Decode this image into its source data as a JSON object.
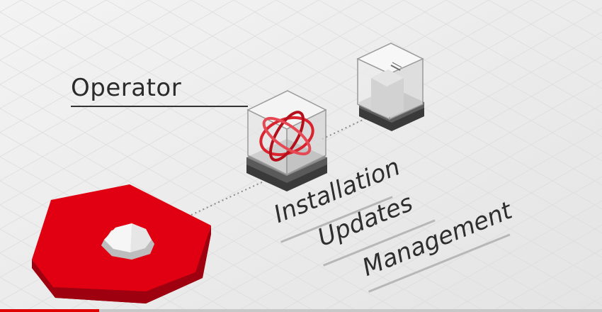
{
  "title": "Operator",
  "capabilities": [
    "Installation",
    "Updates",
    "Management"
  ],
  "colors": {
    "background": "#ececec",
    "accent_red": "#e00012",
    "text": "#2e2e2e"
  },
  "icons": [
    "red-hexagon-platform",
    "white-octagon-gem",
    "operator-cube-icon",
    "application-cube-icon",
    "atom-rings-icon"
  ],
  "video_progress": 0.165
}
